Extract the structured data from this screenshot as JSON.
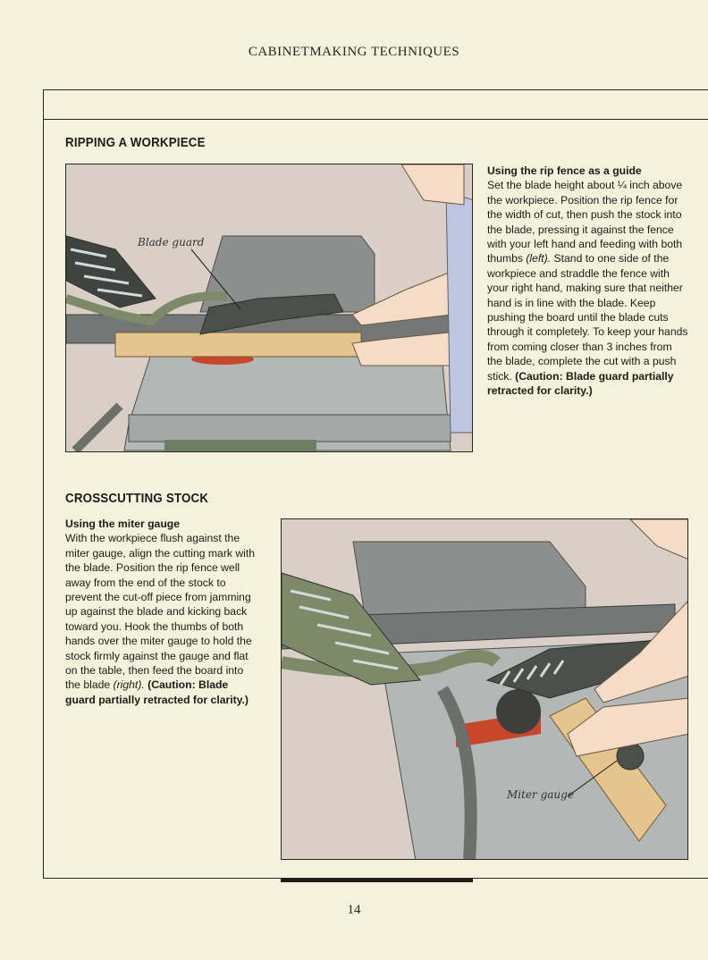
{
  "page": {
    "running_head": "CABINETMAKING TECHNIQUES",
    "page_number": "14"
  },
  "sections": [
    {
      "title": "RIPPING A WORKPIECE",
      "subhead": "Using the rip fence as a guide",
      "body_1": "Set the blade height about ¼ inch above the workpiece. Position the rip fence for the width of cut, then push the stock into the blade, pressing it against the fence with your left hand and feeding with both thumbs ",
      "body_italic": "(left).",
      "body_2": " Stand to one side of the workpiece and straddle the fence with your right hand, making sure that neither hand is in line with the blade. Keep pushing the board until the blade cuts through it completely. To keep your hands from coming closer than 3 inches from the blade, complete the cut with a push stick. ",
      "caution": "(Caution: Blade guard partially retracted for clarity.)",
      "callout": "Blade guard"
    },
    {
      "title": "CROSSCUTTING STOCK",
      "subhead": "Using the miter gauge",
      "body_1": "With the workpiece flush against the miter gauge, align the cutting mark with the blade. Position the rip fence well away from the end of the stock to prevent the cut-off piece from jamming up against the blade and kicking back toward you. Hook the thumbs of both hands over the miter gauge to hold the stock firmly against the gauge and flat on the table, then feed the board into the blade ",
      "body_italic": "(right).",
      "caution": "(Caution: Blade guard partially retracted for clarity.)",
      "callout": "Miter gauge"
    }
  ],
  "colors": {
    "paper": "#f5f1dd",
    "wall": "#d9cfc6",
    "saw_gray": "#a7abab",
    "guard_green": "#7c8a6a",
    "wood": "#e6c48e",
    "blade_red": "#c7462c",
    "skin": "#f4dcc6",
    "shirt": "#bdc6de"
  }
}
